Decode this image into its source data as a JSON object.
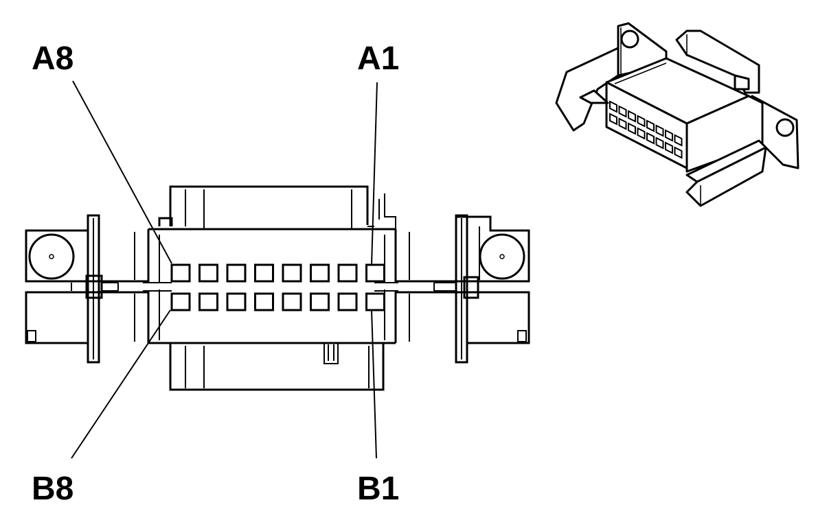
{
  "labels": {
    "a8": "A8",
    "a1": "A1",
    "b8": "B8",
    "b1": "B1"
  },
  "colors": {
    "ink": "#000000",
    "paper": "#ffffff"
  }
}
